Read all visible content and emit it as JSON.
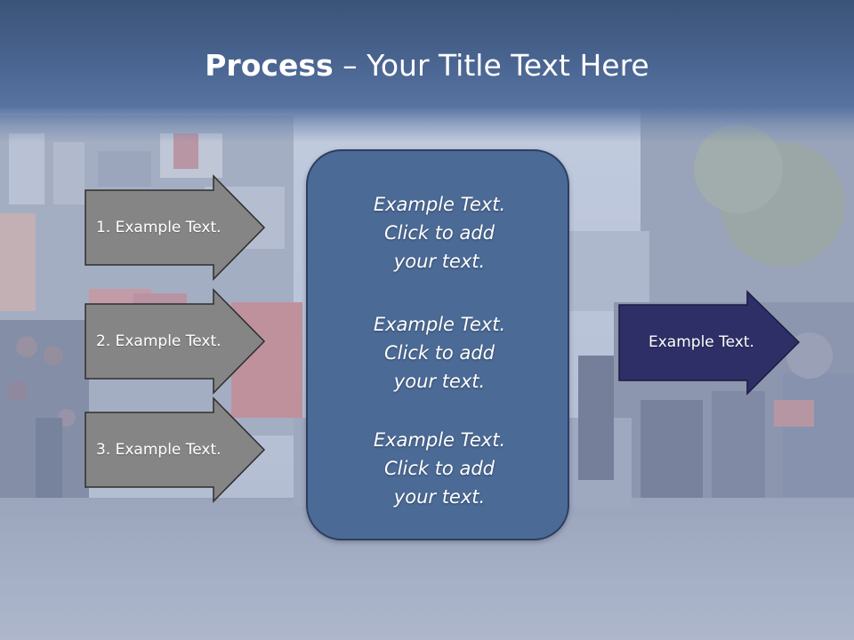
{
  "title": {
    "bold": "Process",
    "rest": " – Your Title Text Here"
  },
  "left_arrows": [
    {
      "label": "1. Example Text."
    },
    {
      "label": "2. Example Text."
    },
    {
      "label": "3. Example Text."
    }
  ],
  "center_blocks": [
    {
      "line1": "Example Text.",
      "line2": "Click  to add",
      "line3": "your text."
    },
    {
      "line1": "Example Text.",
      "line2": "Click  to add",
      "line3": "your text."
    },
    {
      "line1": "Example Text.",
      "line2": "Click  to add",
      "line3": "your text."
    }
  ],
  "right_arrow": {
    "label": "Example Text."
  },
  "colors": {
    "title_band": "#4a6591",
    "left_arrow_fill": "#858585",
    "center_box_fill": "#4b6a96",
    "right_arrow_fill": "#2e2f66"
  }
}
